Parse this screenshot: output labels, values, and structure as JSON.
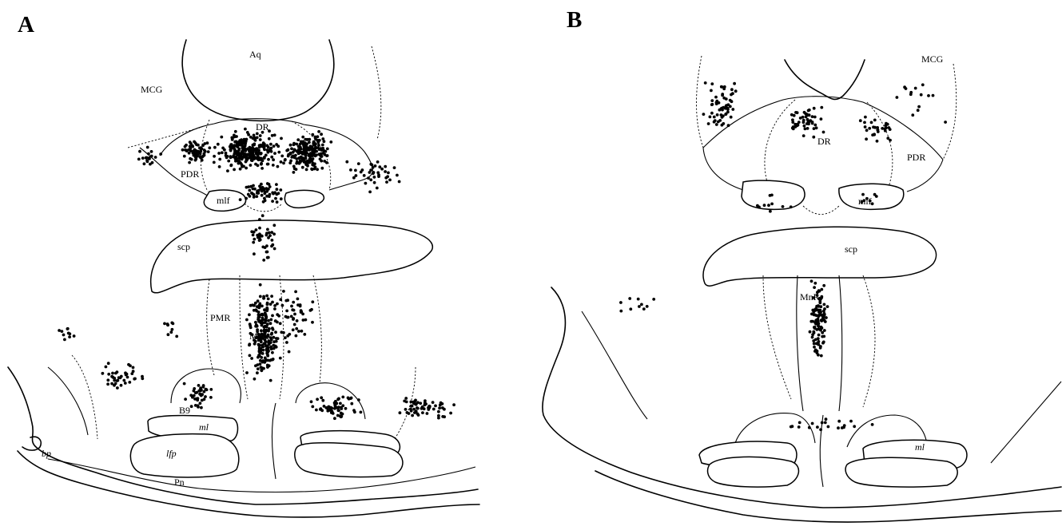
{
  "panels": [
    {
      "id": "A",
      "letter": "A",
      "labels": {
        "aq": "Aq",
        "mcg": "MCG",
        "dr": "DR",
        "pdr": "PDR",
        "mlf": "mlf",
        "scp": "scp",
        "pmr": "PMR",
        "mnr": "MnR",
        "b9": "B9",
        "ml": "ml",
        "lfp": "lfp",
        "pn": "Pn",
        "bp": "bp"
      }
    },
    {
      "id": "B",
      "letter": "B",
      "labels": {
        "mcg": "MCG",
        "dr": "DR",
        "pdr": "PDR",
        "mlf": "mlf",
        "scp": "scp",
        "mnr": "MnR",
        "ml": "ml"
      }
    }
  ]
}
